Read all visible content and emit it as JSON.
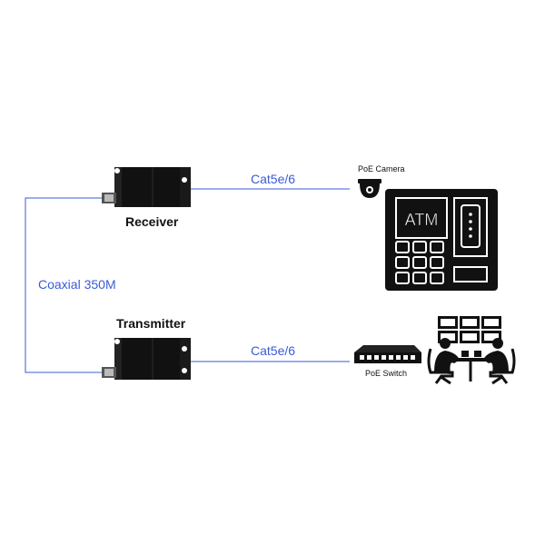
{
  "receiver": {
    "label": "Receiver"
  },
  "transmitter": {
    "label": "Transmitter"
  },
  "links": {
    "coax": "Coaxial 350M",
    "cat_top": "Cat5e/6",
    "cat_bottom": "Cat5e/6"
  },
  "devices": {
    "poe_camera": "PoE Camera",
    "poe_switch": "PoE Switch",
    "atm_screen": "ATM"
  },
  "colors": {
    "cable": "#3a5bd9",
    "device": "#111111"
  }
}
